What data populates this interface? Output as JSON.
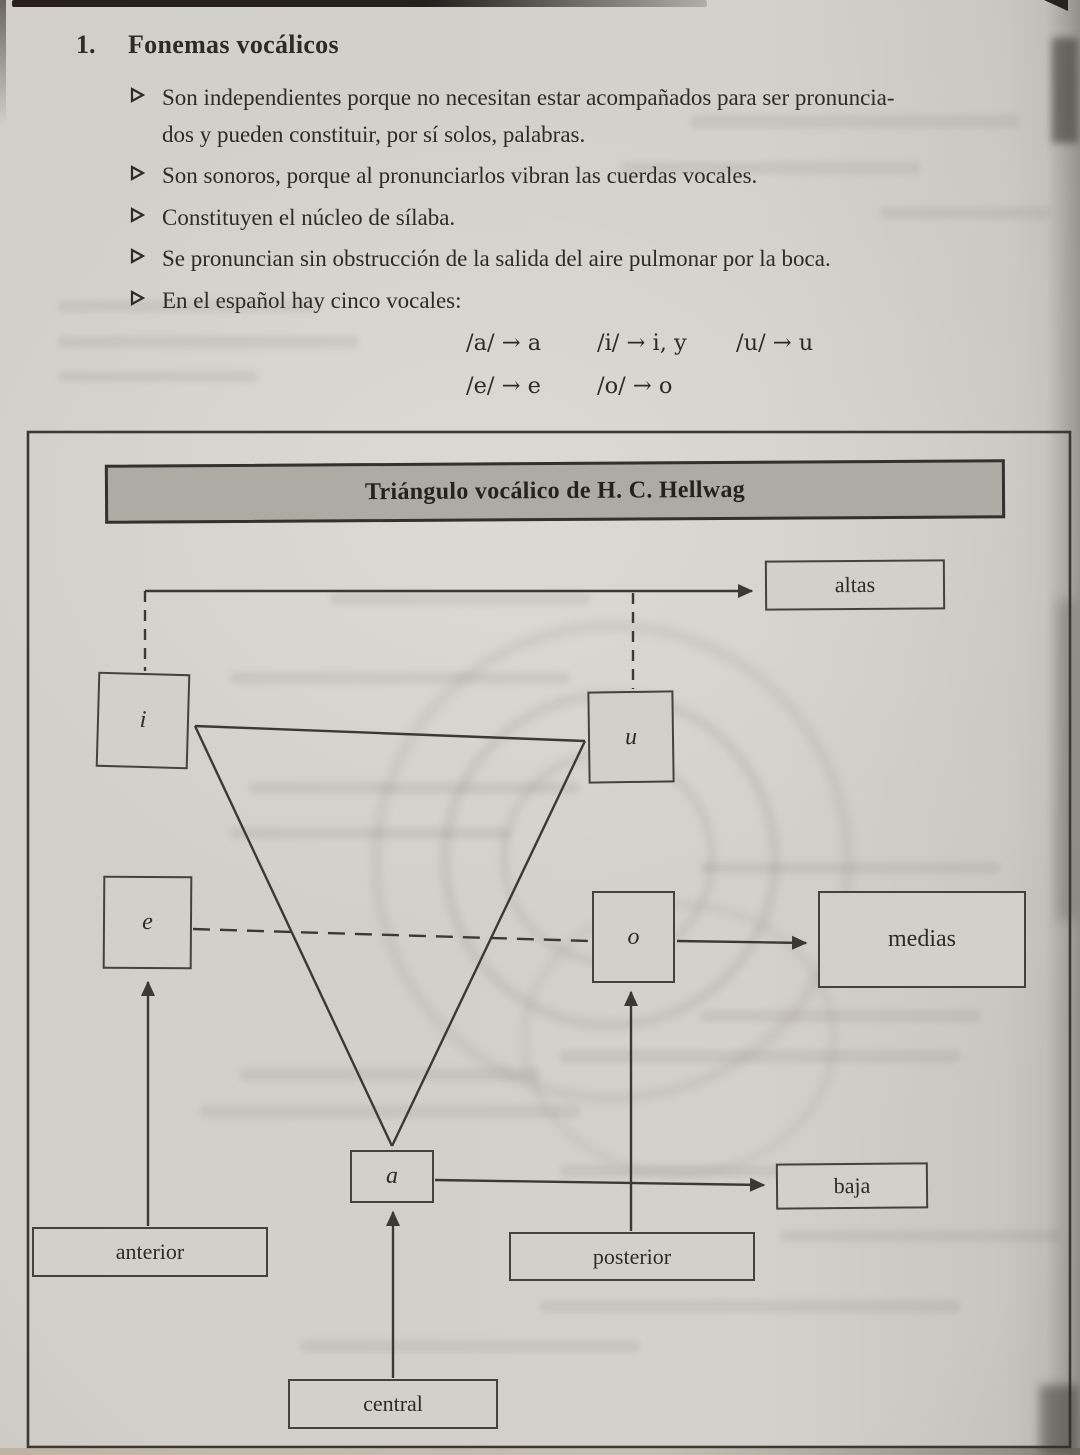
{
  "document": {
    "section_number": "1.",
    "section_title": "Fonemas vocálicos",
    "bullets": [
      {
        "lines": [
          "Son independientes porque no necesitan estar acompañados para ser pronuncia-",
          "dos y pueden constituir, por sí solos, palabras."
        ]
      },
      {
        "lines": [
          "Son sonoros, porque al pronunciarlos vibran las cuerdas vocales."
        ]
      },
      {
        "lines": [
          "Constituyen el núcleo de sílaba."
        ]
      },
      {
        "lines": [
          "Se pronuncian sin obstrucción de la salida del aire pulmonar por la boca."
        ]
      },
      {
        "lines": [
          "En el español hay cinco vocales:"
        ]
      }
    ],
    "phoneme_map": {
      "a": "/a/ → a",
      "i": "/i/ → i, y",
      "u": "/u/ → u",
      "e": "/e/ → e",
      "o": "/o/ → o"
    }
  },
  "diagram": {
    "title": "Triángulo vocálico de H. C. Hellwag",
    "vowel_boxes": {
      "i": "i",
      "u": "u",
      "e": "e",
      "o": "o",
      "a": "a"
    },
    "height_labels": {
      "altas": "altas",
      "medias": "medias",
      "baja": "baja"
    },
    "position_labels": {
      "anterior": "anterior",
      "posterior": "posterior",
      "central": "central"
    }
  },
  "icons": {
    "bullet_marker": "➢"
  },
  "colors": {
    "paper": "#d2cfca",
    "ink": "#2c2b26",
    "line": "#3b3934",
    "title_bar_fill": "#aeaba5"
  }
}
